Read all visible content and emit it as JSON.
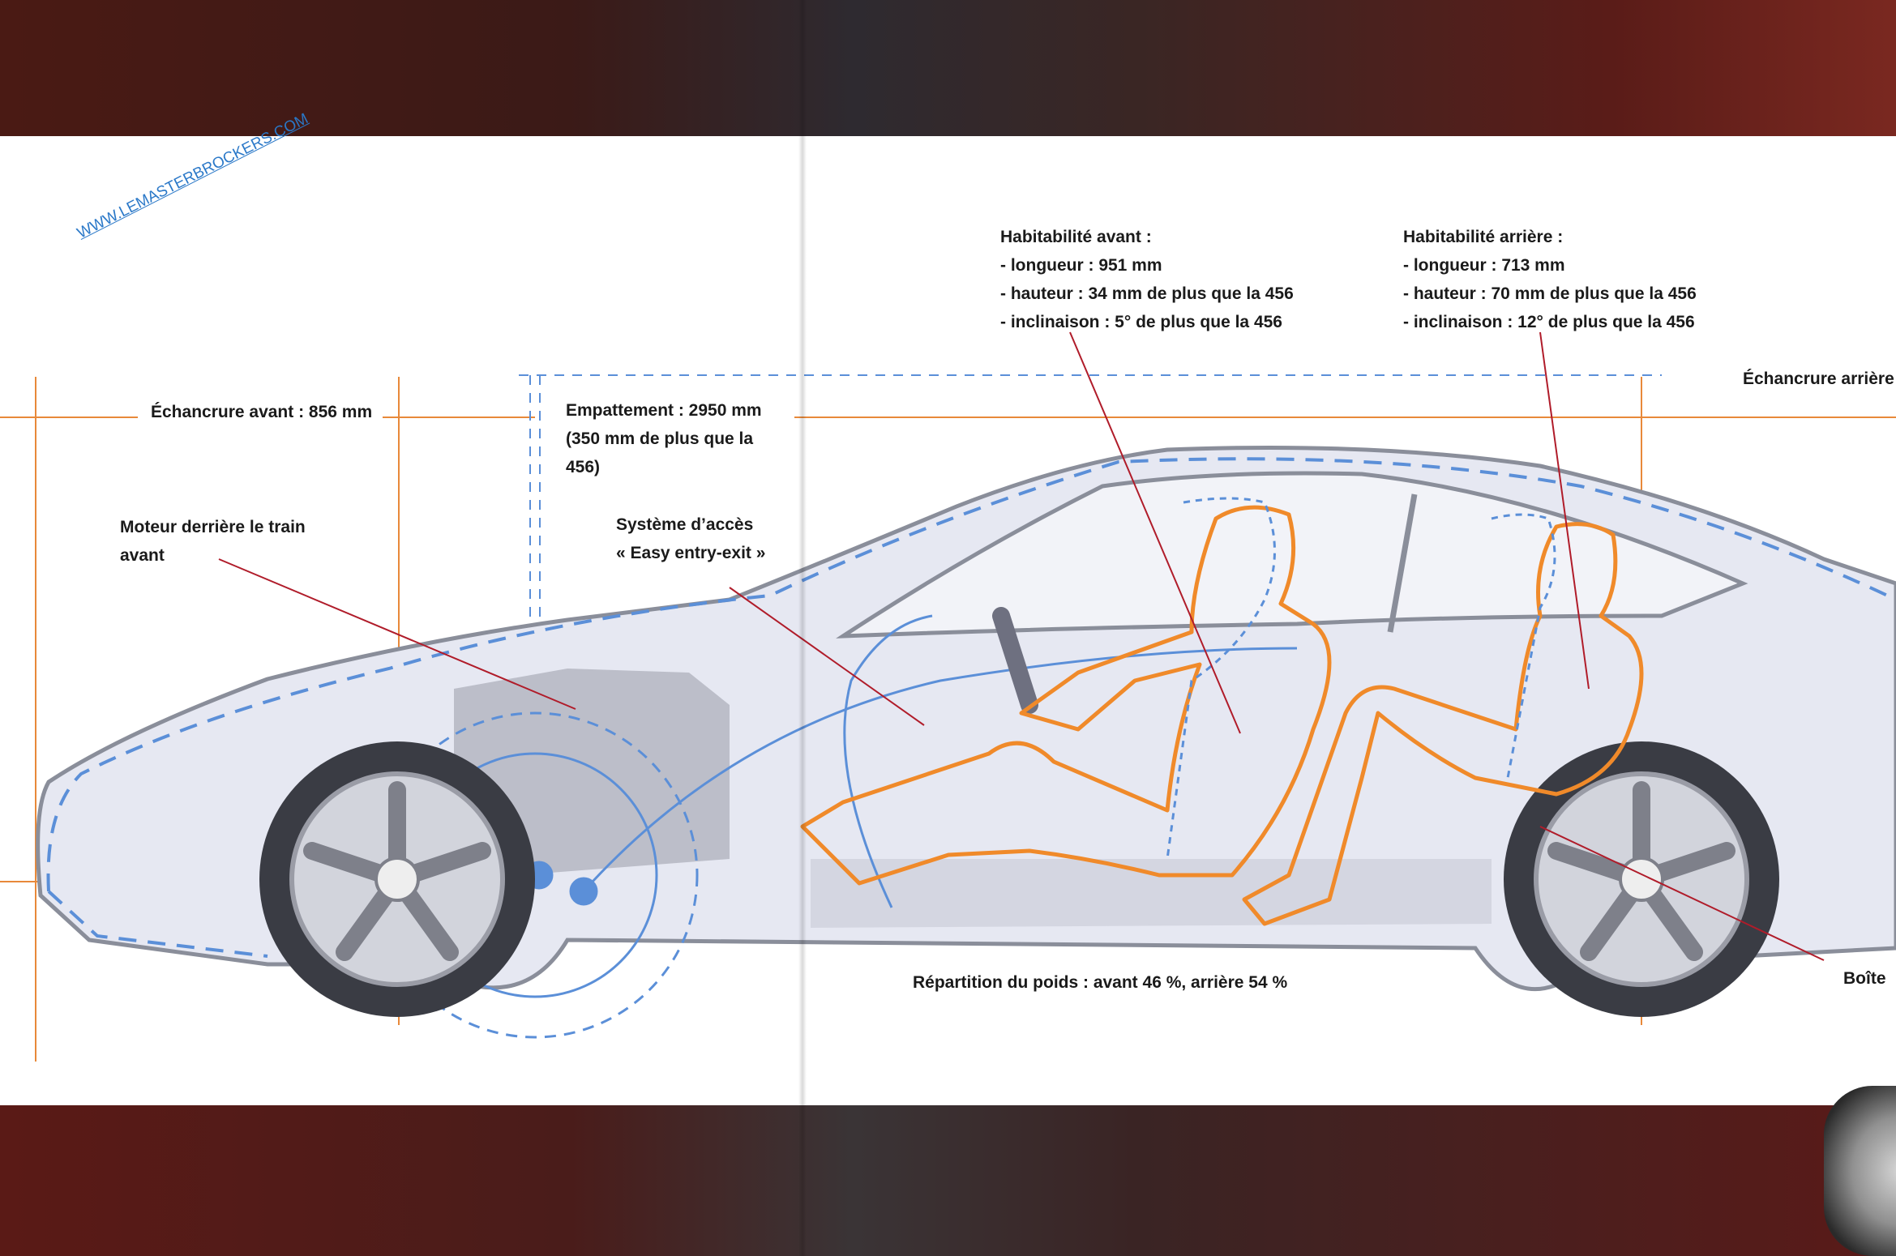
{
  "watermark": "WWW.LEMASTERBROCKERS.COM",
  "labels": {
    "front_overhang": "Échancrure avant : 856 mm",
    "rear_overhang": "Échancrure arrière",
    "wheelbase": [
      "Empattement : 2950 mm",
      "(350 mm de plus que la",
      "456)"
    ],
    "engine": [
      "Moteur derrière le train",
      "avant"
    ],
    "access": [
      "Système d’accès",
      "« Easy entry-exit »"
    ],
    "front_room": [
      "Habitabilité avant :",
      "- longueur : 951 mm",
      "- hauteur : 34 mm de plus que la 456",
      "- inclinaison : 5° de plus que la 456"
    ],
    "rear_room": [
      "Habitabilité arrière :",
      "- longueur : 713 mm",
      "- hauteur : 70 mm de plus que la 456",
      "- inclinaison : 12° de plus que la 456"
    ],
    "weight": "Répartition du poids : avant 46 %, arrière 54 %",
    "gearbox": "Boîte"
  },
  "colors": {
    "dimension_line": "#e8893a",
    "leader_line": "#b01c2a",
    "ghost_outline": "#5b8fd8",
    "occupant": "#f08a2a",
    "body_fill": "#e6e8f2",
    "body_stroke": "#8a8e9a"
  }
}
